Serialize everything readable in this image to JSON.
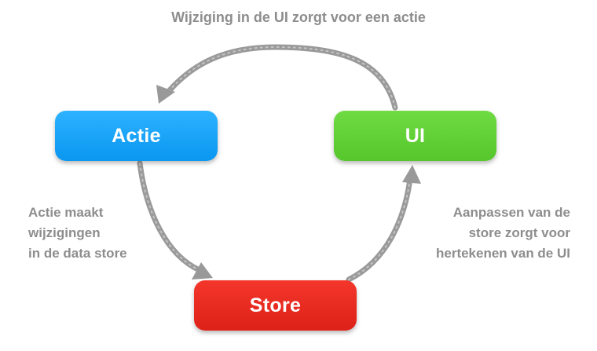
{
  "nodes": {
    "actie": {
      "label": "Actie",
      "color": "#1aa5fb"
    },
    "ui": {
      "label": "UI",
      "color": "#62d13a"
    },
    "store": {
      "label": "Store",
      "color": "#ea2c22"
    }
  },
  "labels": {
    "ui_to_actie": "Wijziging in de UI zorgt voor een actie",
    "actie_to_store": [
      "Actie maakt",
      "wijzigingen",
      "in de data store"
    ],
    "store_to_ui": [
      "Aanpassen van de",
      "store zorgt voor",
      "hertekenen van de UI"
    ]
  },
  "arrow_color": "#9a9a9a",
  "text_color": "#8d8d8d"
}
